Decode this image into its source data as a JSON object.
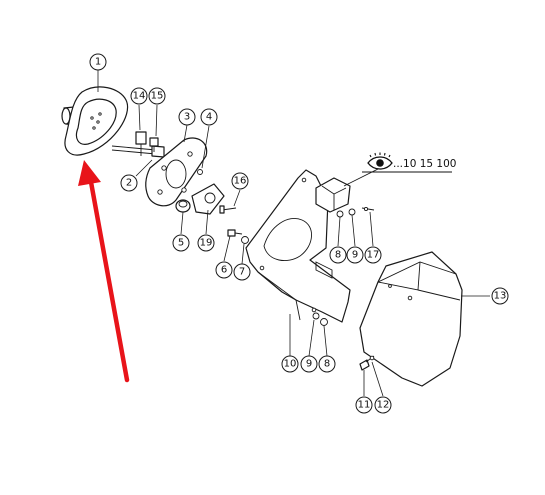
{
  "diagram": {
    "reference_label": "...10 15 100",
    "highlight_color": "#a6d45a",
    "arrow_color": "#e8141a",
    "callouts": [
      {
        "id": "c1",
        "label": "1",
        "highlight": true
      },
      {
        "id": "c14",
        "label": "14"
      },
      {
        "id": "c15",
        "label": "15"
      },
      {
        "id": "c3",
        "label": "3"
      },
      {
        "id": "c4",
        "label": "4"
      },
      {
        "id": "c2",
        "label": "2"
      },
      {
        "id": "c16",
        "label": "16"
      },
      {
        "id": "c5",
        "label": "5"
      },
      {
        "id": "c19",
        "label": "19"
      },
      {
        "id": "c6",
        "label": "6"
      },
      {
        "id": "c7",
        "label": "7"
      },
      {
        "id": "c8a",
        "label": "8"
      },
      {
        "id": "c9a",
        "label": "9"
      },
      {
        "id": "c17",
        "label": "17"
      },
      {
        "id": "c13",
        "label": "13"
      },
      {
        "id": "c10",
        "label": "10"
      },
      {
        "id": "c9b",
        "label": "9"
      },
      {
        "id": "c8b",
        "label": "8"
      },
      {
        "id": "c11",
        "label": "11"
      },
      {
        "id": "c12",
        "label": "12"
      }
    ]
  }
}
